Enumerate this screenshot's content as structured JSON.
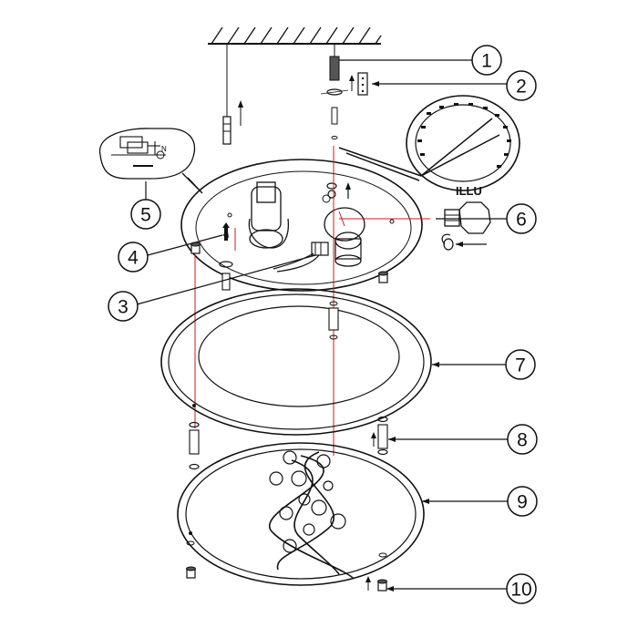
{
  "callouts": [
    {
      "number": "1"
    },
    {
      "number": "2"
    },
    {
      "number": "3"
    },
    {
      "number": "4"
    },
    {
      "number": "5"
    },
    {
      "number": "6"
    },
    {
      "number": "7"
    },
    {
      "number": "8"
    },
    {
      "number": "9"
    },
    {
      "number": "10"
    }
  ],
  "labels": {
    "illu": "ILLU"
  },
  "colors": {
    "line": "#111111",
    "guide": "#d01818",
    "background": "#ffffff"
  }
}
